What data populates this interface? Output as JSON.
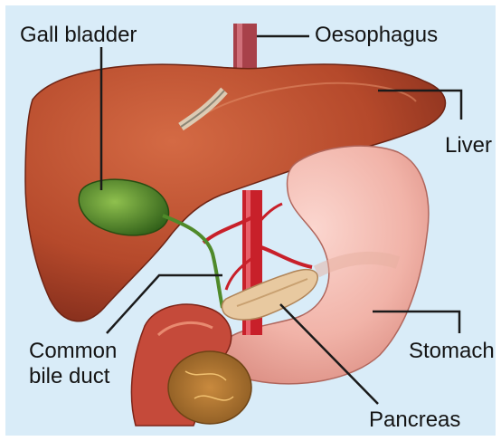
{
  "labels": {
    "gall_bladder": "Gall bladder",
    "oesophagus": "Oesophagus",
    "liver": "Liver",
    "common_bile_duct_line1": "Common",
    "common_bile_duct_line2": "bile duct",
    "stomach": "Stomach",
    "pancreas": "Pancreas"
  },
  "colors": {
    "background": "#d9ecf8",
    "liver": "#b5492b",
    "gall_bladder": "#4f8a2a",
    "stomach": "#f1b3a8",
    "pancreas": "#e8c9a0",
    "aorta": "#c8202a",
    "leader_lines": "#1a1a1a"
  }
}
